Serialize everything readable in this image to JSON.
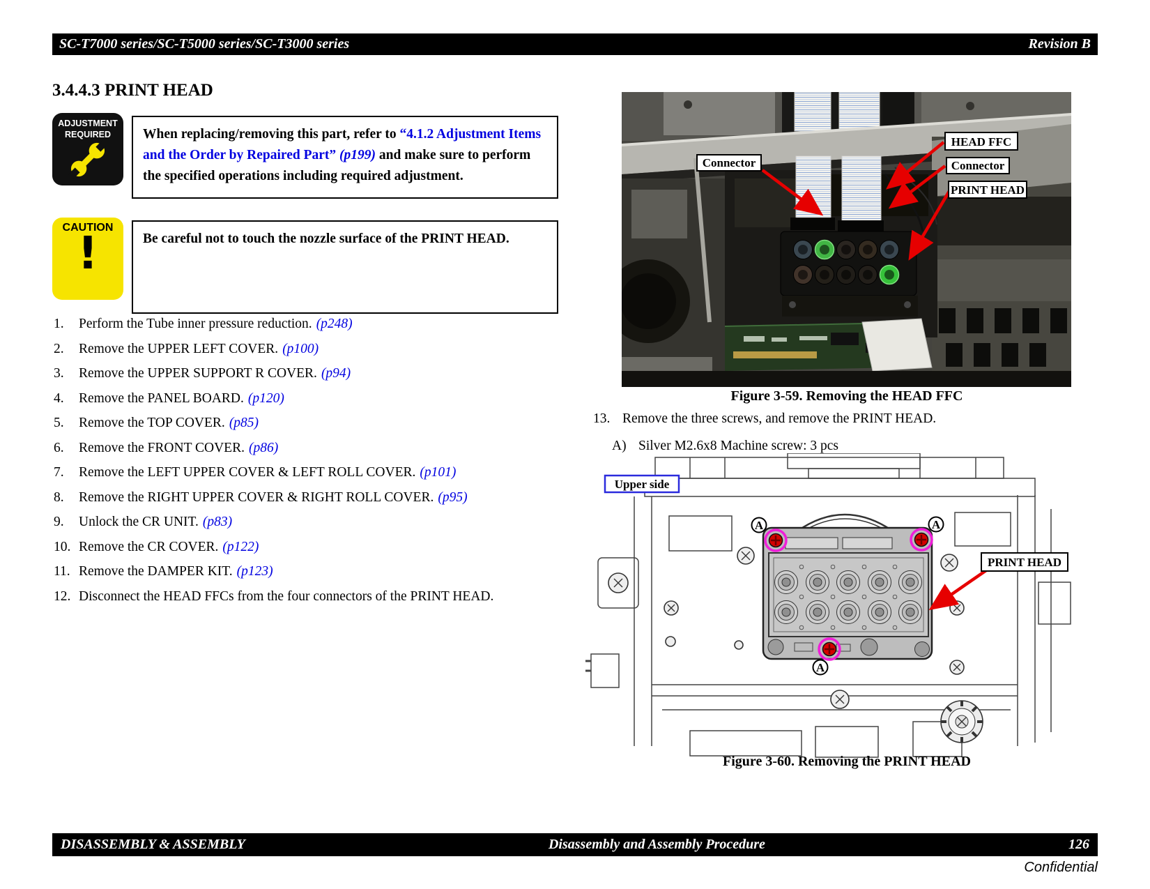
{
  "header": {
    "left": "SC-T7000 series/SC-T5000 series/SC-T3000 series",
    "right": "Revision B"
  },
  "section": {
    "heading": "3.4.4.3  PRINT HEAD"
  },
  "adjustment": {
    "badge_line1": "ADJUSTMENT",
    "badge_line2": "REQUIRED",
    "text_prefix": "When replacing/removing this part, refer to ",
    "link_text": "“4.1.2  Adjustment Items and the Order by Repaired Part”",
    "link_page": " (p199)",
    "text_suffix": " and make sure to perform the specified operations including required adjustment."
  },
  "caution": {
    "badge": "CAUTION",
    "exclamation": "!",
    "text": "Be careful not to touch the nozzle surface of the PRINT HEAD."
  },
  "steps": [
    {
      "num": "1.",
      "text": "Perform the Tube inner pressure reduction.",
      "ref": "(p248)"
    },
    {
      "num": "2.",
      "text": "Remove the UPPER LEFT COVER.",
      "ref": "(p100)"
    },
    {
      "num": "3.",
      "text": "Remove the UPPER SUPPORT R COVER.",
      "ref": "(p94)"
    },
    {
      "num": "4.",
      "text": "Remove the PANEL BOARD.",
      "ref": "(p120)"
    },
    {
      "num": "5.",
      "text": "Remove the TOP COVER.",
      "ref": "(p85)"
    },
    {
      "num": "6.",
      "text": "Remove the FRONT COVER.",
      "ref": "(p86)"
    },
    {
      "num": "7.",
      "text": "Remove the LEFT UPPER COVER & LEFT ROLL COVER.",
      "ref": "(p101)"
    },
    {
      "num": "8.",
      "text": "Remove the RIGHT UPPER COVER & RIGHT ROLL COVER.",
      "ref": "(p95)"
    },
    {
      "num": "9.",
      "text": "Unlock the CR UNIT.",
      "ref": "(p83)"
    },
    {
      "num": "10.",
      "text": "Remove the CR COVER.",
      "ref": "(p122)"
    },
    {
      "num": "11.",
      "text": "Remove the DAMPER KIT.",
      "ref": "(p123)"
    },
    {
      "num": "12.",
      "text": "Disconnect the HEAD FFCs from the four connectors of the PRINT HEAD.",
      "ref": ""
    }
  ],
  "step13": {
    "num": "13.",
    "text": "Remove the three screws, and remove the PRINT HEAD."
  },
  "step13a": {
    "num": "A)",
    "text": "Silver M2.6x8 Machine screw: 3 pcs"
  },
  "figure59": {
    "caption": "Figure 3-59.  Removing the HEAD FFC",
    "label_connector_left": "Connector",
    "label_head_ffc": "HEAD FFC",
    "label_connector_right": "Connector",
    "label_print_head": "PRINT HEAD"
  },
  "figure60": {
    "caption": "Figure 3-60.  Removing the PRINT HEAD",
    "label_upper_side": "Upper side",
    "label_print_head": "PRINT HEAD",
    "screw_marker": "A"
  },
  "footer": {
    "left": "DISASSEMBLY & ASSEMBLY",
    "center": "Disassembly and Assembly Procedure",
    "page_number": "126",
    "confidential": "Confidential"
  },
  "colors": {
    "link_blue": "#0202e0",
    "caution_yellow": "#f6e400",
    "arrow_red": "#e60000",
    "screw_red": "#d40000",
    "screw_magenta": "#ef1fd8",
    "upper_side_border": "#2b2bdd"
  }
}
